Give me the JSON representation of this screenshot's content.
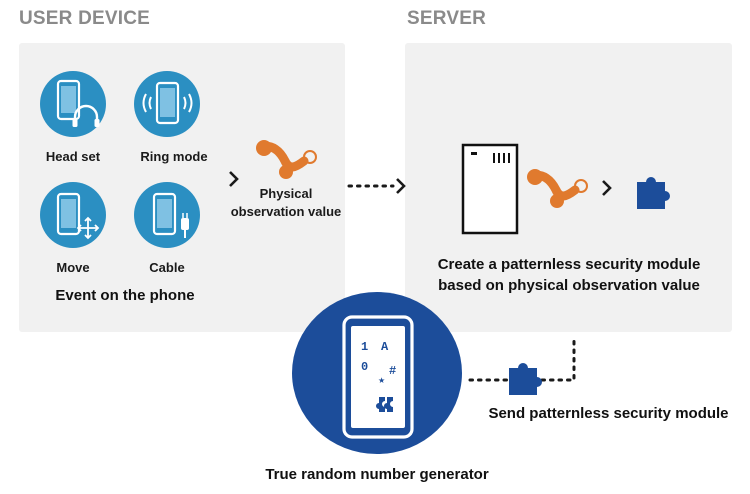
{
  "user_device": {
    "title": "USER DEVICE",
    "events": [
      {
        "label": "Head set",
        "icon": "headset-phone-icon"
      },
      {
        "label": "Ring mode",
        "icon": "vibrating-phone-icon"
      },
      {
        "label": "Move",
        "icon": "moving-phone-icon"
      },
      {
        "label": "Cable",
        "icon": "cable-phone-icon"
      }
    ],
    "caption": "Event on the phone",
    "observation_label": "Physical observation value"
  },
  "server": {
    "title": "SERVER",
    "caption": "Create a patternless security module based on physical observation value"
  },
  "rng": {
    "caption": "True random number generator",
    "screen_glyphs": [
      "1",
      "A",
      "0",
      "#",
      "★"
    ]
  },
  "send_label": "Send patternless security module",
  "colors": {
    "device_blue": "#2b8fc2",
    "dark_blue": "#1c4d9a",
    "orange": "#e07a2e",
    "panel_grey": "#f1f1f1",
    "title_grey": "#8a8a8a"
  }
}
